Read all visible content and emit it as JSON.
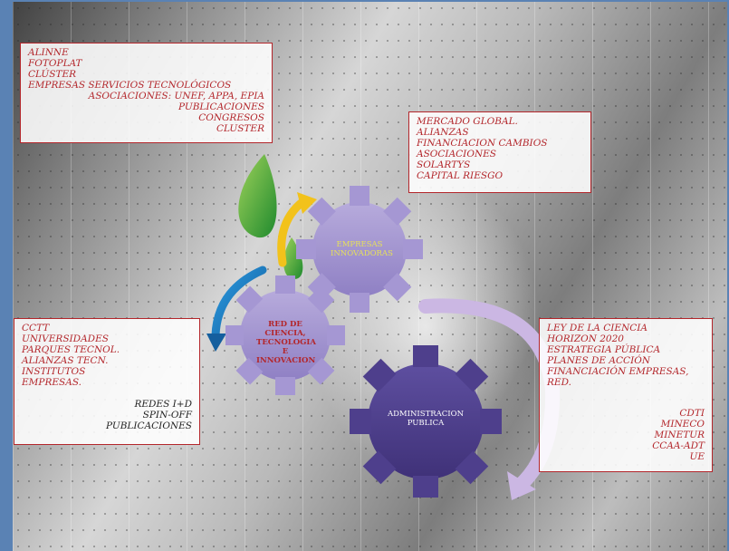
{
  "boxes": {
    "top_left": {
      "lines": [
        "ALINNE",
        "FOTOPLAT",
        "CLÚSTER",
        "EMPRESAS SERVICIOS TECNOLÓGICOS"
      ],
      "right_lines": [
        "ASOCIACIONES: UNEF, APPA, EPIA",
        "PUBLICACIONES",
        "CONGRESOS",
        "CLUSTER"
      ]
    },
    "top_right": {
      "lines": [
        "MERCADO GLOBAL.",
        "ALIANZAS",
        "FINANCIACION CAMBIOS",
        "ASOCIACIONES",
        "SOLARTYS",
        "CAPITAL RIESGO"
      ]
    },
    "left": {
      "lines": [
        "CCTT",
        "UNIVERSIDADES",
        "PARQUES TECNOL.",
        "ALIANZAS TECN.",
        "INSTITUTOS",
        "EMPRESAS."
      ],
      "right_lines": [
        "REDES I+D",
        "SPIN-OFF",
        "PUBLICACIONES"
      ]
    },
    "right": {
      "lines": [
        "LEY DE LA CIENCIA",
        "HORIZON 2020",
        "ESTRATEGIA PÚBLICA",
        "PLANES DE ACCIÓN",
        "FINANCIACIÓN EMPRESAS,",
        "RED."
      ],
      "right_lines": [
        "CDTI",
        "MINECO",
        "MINETUR",
        "CCAA-ADT",
        "UE"
      ]
    }
  },
  "gears": {
    "empresas": "EMPRESAS INNOVADORAS",
    "red": "RED DE CIENCIA, TECNOLOGIA E INNOVACION",
    "admin": "ADMINISTRACION PUBLICA"
  },
  "colors": {
    "frame": "#5a82b4",
    "box_border": "#b3262b",
    "text_red": "#b3262b",
    "gear_light": "#a89bd0",
    "gear_dark": "#4e3f8c",
    "gear_empresas_text": "#e6e05a",
    "leaf_green": "#3fa33b",
    "arrow_yellow": "#f2c21b",
    "arrow_blue": "#1f7ac4",
    "arrow_lilac": "#cbb7e3"
  }
}
